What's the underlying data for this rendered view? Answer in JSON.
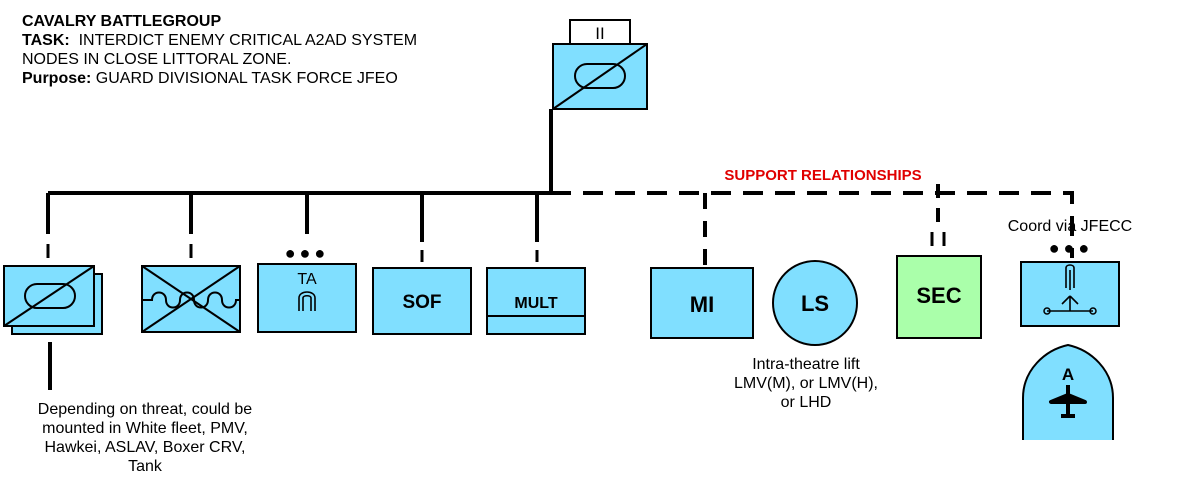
{
  "header": {
    "title": "CAVALRY BATTLEGROUP",
    "task_label": "TASK:",
    "task_line1": "INTERDICT ENEMY CRITICAL A2AD SYSTEM",
    "task_line2": "NODES IN CLOSE LITTORAL ZONE.",
    "purpose_label": "Purpose:",
    "purpose_text": "GUARD DIVISIONAL TASK FORCE JFEO"
  },
  "support_label": "SUPPORT RELATIONSHIPS",
  "units": {
    "hq": {
      "echelon": "II",
      "icon": "cavalry-armored-icon"
    },
    "cav1": {
      "icon": "armored-cavalry-icon"
    },
    "cav2": {
      "icon": "amphibious-infantry-icon"
    },
    "ta": {
      "label": "TA",
      "echelon_dots": "●●●"
    },
    "sof": {
      "label": "SOF"
    },
    "mult": {
      "label": "MULT"
    },
    "mi": {
      "label": "MI"
    },
    "ls": {
      "label": "LS"
    },
    "sec": {
      "label": "SEC"
    },
    "jfecc": {
      "echelon_dots": "●●●"
    },
    "air": {
      "label": "A"
    }
  },
  "notes": {
    "cavalry_note": [
      "Depending on threat, could be",
      "mounted in White fleet, PMV,",
      "Hawkei, ASLAV, Boxer CRV,",
      "Tank"
    ],
    "ls_note": [
      "Intra-theatre lift",
      "LMV(M), or LMV(H),",
      "or LHD"
    ],
    "coord_note": "Coord via JFECC"
  },
  "colors": {
    "unit_fill": "#80dfff",
    "sec_fill": "#aaffaa",
    "support_text": "#e00000",
    "line": "#000000"
  }
}
